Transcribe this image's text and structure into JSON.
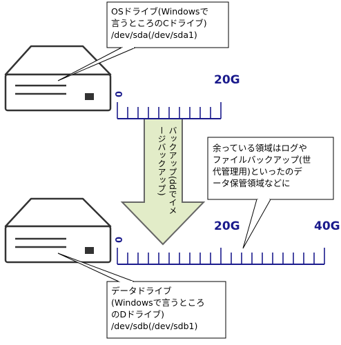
{
  "callouts": {
    "os_drive": "OSドライブ(Windowsで\n言うところのCドライブ)\n/dev/sda(/dev/sda1)",
    "free_area": "余っている領域はログや\nファイルバックアップ(世\n代管理用)といったのデ\nータ保管領域などに",
    "data_drive": "データドライブ\n(Windowsで言うところ\nのDドライブ)\n/dev/sdb(/dev/sdb1)"
  },
  "arrow_label": "バックアップ(ddでイメ\nージバックアップ)",
  "scales": {
    "os": {
      "start": "0",
      "end": "20G",
      "ticks": 10
    },
    "data": {
      "start": "0",
      "mid": "20G",
      "end": "40G",
      "ticks": 20
    }
  },
  "colors": {
    "ruler": "#1a1a8c",
    "arrow_fill": "#e2ecc8",
    "arrow_stroke": "#666666",
    "drive_stroke": "#333333",
    "drive_fill": "#ffffff"
  }
}
